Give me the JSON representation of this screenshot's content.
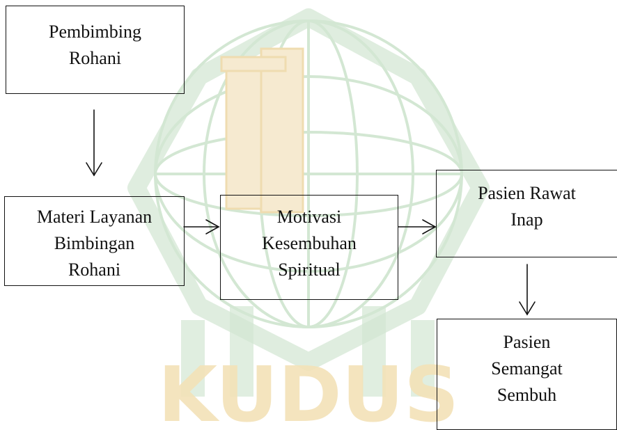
{
  "diagram": {
    "nodes": [
      {
        "id": "pembimbing",
        "lines": [
          "Pembimbing",
          "Rohani"
        ]
      },
      {
        "id": "materi",
        "lines": [
          "Materi Layanan",
          "Bimbingan",
          "Rohani"
        ]
      },
      {
        "id": "motivasi",
        "lines": [
          "Motivasi",
          "Kesembuhan",
          "Spiritual"
        ]
      },
      {
        "id": "pasien_rawat",
        "lines": [
          "Pasien Rawat",
          "Inap"
        ]
      },
      {
        "id": "pasien_semangat",
        "lines": [
          "Pasien",
          "Semangat",
          "Sembuh"
        ]
      }
    ],
    "edges": [
      {
        "from": "pembimbing",
        "to": "materi"
      },
      {
        "from": "materi",
        "to": "motivasi"
      },
      {
        "from": "motivasi",
        "to": "pasien_rawat"
      },
      {
        "from": "pasien_rawat",
        "to": "pasien_semangat"
      }
    ]
  },
  "watermark": {
    "text": "KUDUS",
    "colors": {
      "green": "#d3e7d3",
      "gold": "#f3e2b8"
    }
  },
  "colors": {
    "line": "#111111",
    "text": "#111111"
  }
}
